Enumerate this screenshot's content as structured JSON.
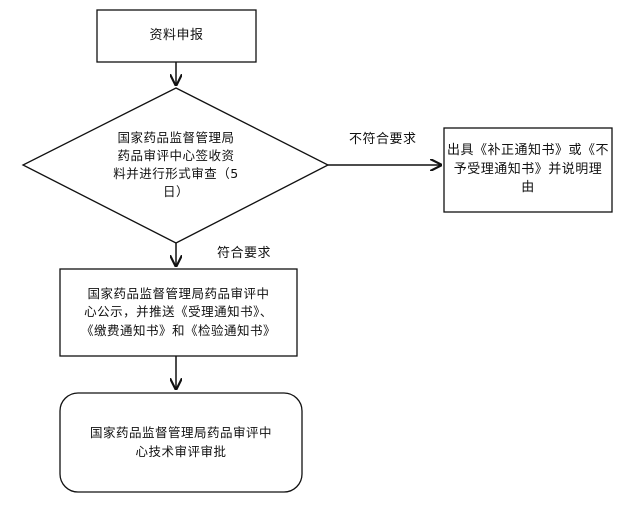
{
  "flowchart": {
    "step_submit": "资料申报",
    "decision_review": "国家药品监督管理局\n药品审评中心签收资\n料并进行形式审查（5\n日）",
    "branch_fail_label": "不符合要求",
    "result_fail": "出具《补正通知书》或《不\n予受理通知书》并说明理\n由",
    "branch_pass_label": "符合要求",
    "step_notice": "国家药品监督管理局药品审评中\n心公示，并推送《受理通知书》、\n《缴费通知书》和《检验通知书》",
    "step_review": "国家药品监督管理局药品审评中\n心技术审评审批"
  }
}
